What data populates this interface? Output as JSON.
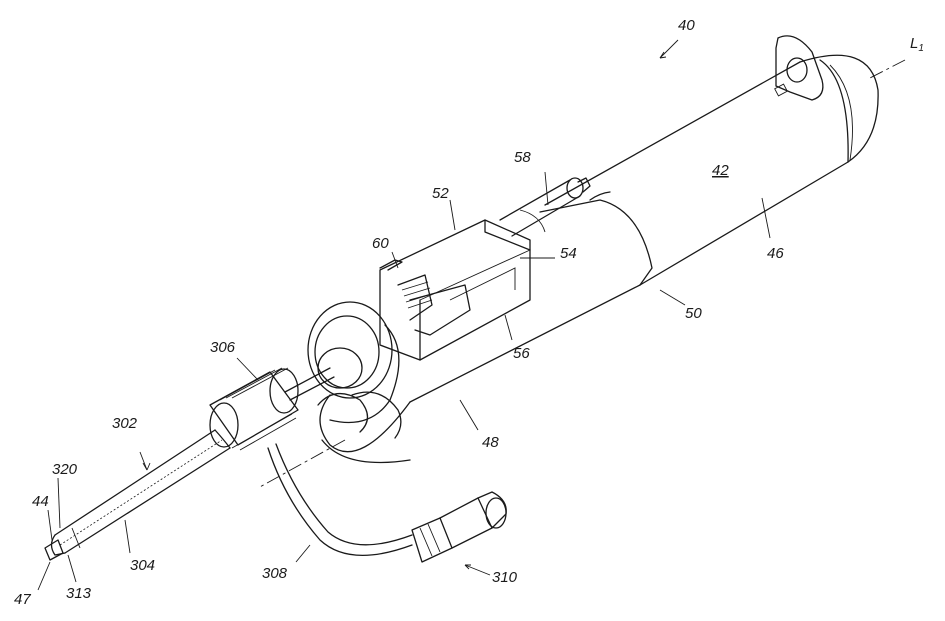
{
  "labels": {
    "l40": "40",
    "l1": "L",
    "l1_sub": "1",
    "l42": "42",
    "l46": "46",
    "l58": "58",
    "l52": "52",
    "l60": "60",
    "l54": "54",
    "l50": "50",
    "l56": "56",
    "l306": "306",
    "l48": "48",
    "l302": "302",
    "l320": "320",
    "l44": "44",
    "l304": "304",
    "l308": "308",
    "l310": "310",
    "l47": "47",
    "l313": "313"
  }
}
